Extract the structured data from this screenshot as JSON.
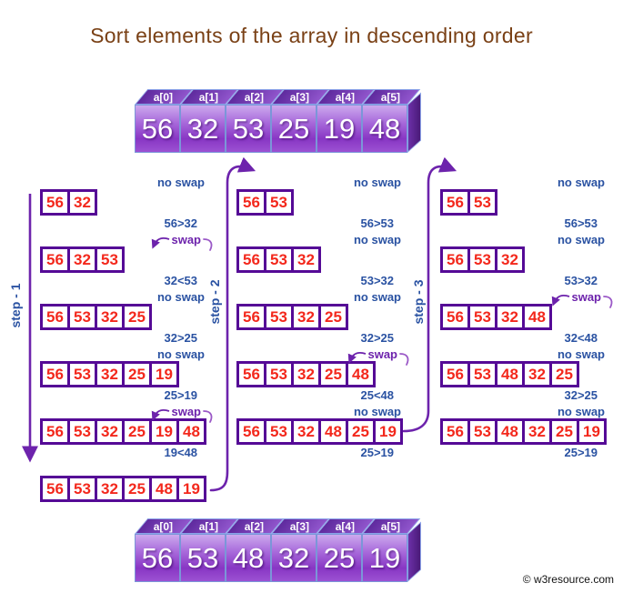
{
  "title": "Sort elements of the array in descending order",
  "copyright": "© w3resource.com",
  "colors": {
    "title_brown": "#7a4116",
    "label_blue": "#2a52a2",
    "value_red": "#f3281c",
    "box_border_purple": "#550a96",
    "arrow_purple": "#6d23ac",
    "cube_light": "#cda9ee",
    "cube_dark": "#8836c4"
  },
  "top_array": {
    "indices": [
      "a[0]",
      "a[1]",
      "a[2]",
      "a[3]",
      "a[4]",
      "a[5]"
    ],
    "values": [
      "56",
      "32",
      "53",
      "25",
      "19",
      "48"
    ]
  },
  "bottom_array": {
    "indices": [
      "a[0]",
      "a[1]",
      "a[2]",
      "a[3]",
      "a[4]",
      "a[5]"
    ],
    "values": [
      "56",
      "53",
      "48",
      "32",
      "25",
      "19"
    ]
  },
  "annotation_labels": {
    "swap": "swap",
    "no_swap": "no swap"
  },
  "steps": [
    {
      "label": "step - 1",
      "rows": [
        {
          "values": [
            "56",
            "32"
          ],
          "annotation": "no swap",
          "comparison": "56>32"
        },
        {
          "values": [
            "56",
            "32",
            "53"
          ],
          "annotation": "swap",
          "comparison": "32<53"
        },
        {
          "values": [
            "56",
            "53",
            "32",
            "25"
          ],
          "annotation": "no swap",
          "comparison": "32>25"
        },
        {
          "values": [
            "56",
            "53",
            "32",
            "25",
            "19"
          ],
          "annotation": "no swap",
          "comparison": "25>19"
        },
        {
          "values": [
            "56",
            "53",
            "32",
            "25",
            "19",
            "48"
          ],
          "annotation": "swap",
          "comparison": "19<48"
        },
        {
          "values": [
            "56",
            "53",
            "32",
            "25",
            "48",
            "19"
          ],
          "annotation": "",
          "comparison": ""
        }
      ]
    },
    {
      "label": "step - 2",
      "rows": [
        {
          "values": [
            "56",
            "53"
          ],
          "annotation": "no swap",
          "comparison": "56>53"
        },
        {
          "values": [
            "56",
            "53",
            "32"
          ],
          "annotation": "no swap",
          "comparison": "53>32"
        },
        {
          "values": [
            "56",
            "53",
            "32",
            "25"
          ],
          "annotation": "no swap",
          "comparison": "32>25"
        },
        {
          "values": [
            "56",
            "53",
            "32",
            "25",
            "48"
          ],
          "annotation": "swap",
          "comparison": "25<48"
        },
        {
          "values": [
            "56",
            "53",
            "32",
            "48",
            "25",
            "19"
          ],
          "annotation": "no swap",
          "comparison": "25>19"
        }
      ]
    },
    {
      "label": "step - 3",
      "rows": [
        {
          "values": [
            "56",
            "53"
          ],
          "annotation": "no swap",
          "comparison": "56>53"
        },
        {
          "values": [
            "56",
            "53",
            "32"
          ],
          "annotation": "no swap",
          "comparison": "53>32"
        },
        {
          "values": [
            "56",
            "53",
            "32",
            "48"
          ],
          "annotation": "swap",
          "comparison": "32<48"
        },
        {
          "values": [
            "56",
            "53",
            "48",
            "32",
            "25"
          ],
          "annotation": "no swap",
          "comparison": "32>25"
        },
        {
          "values": [
            "56",
            "53",
            "48",
            "32",
            "25",
            "19"
          ],
          "annotation": "no swap",
          "comparison": "25>19"
        }
      ]
    }
  ]
}
